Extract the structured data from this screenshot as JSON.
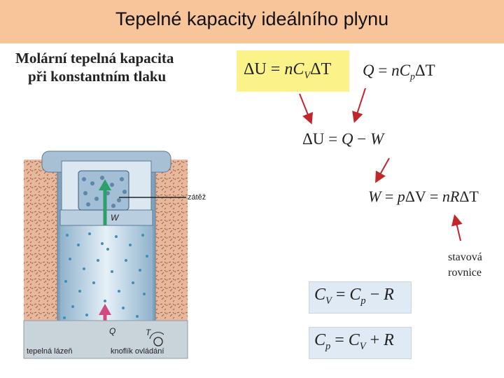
{
  "slide": {
    "title": "Tepelné kapacity ideálního plynu",
    "subtitle_line1": "Molární tepelná kapacita",
    "subtitle_line2": "při konstantním tlaku"
  },
  "equations": {
    "internal_energy": [
      "ΔU",
      " = ",
      "nC",
      "V",
      "ΔT"
    ],
    "heat": [
      "Q",
      " = ",
      "nC",
      "p",
      "ΔT"
    ],
    "first_law": [
      "ΔU",
      " = ",
      "Q",
      " − ",
      "W"
    ],
    "work": [
      "W",
      " = ",
      "p",
      "ΔV",
      " = ",
      "n",
      "R",
      "ΔT"
    ],
    "cv": [
      "C",
      "V",
      " = ",
      "C",
      "p",
      " − ",
      "R"
    ],
    "cp": [
      "C",
      "p",
      " = ",
      "C",
      "V",
      " + ",
      "R"
    ]
  },
  "annotation": {
    "line1": "stavová",
    "line2": "rovnice"
  },
  "figure": {
    "load_label": "zátěž",
    "work_label": "W",
    "heat_label": "Q",
    "temp_label": "T",
    "bath_label": "tepelná lázeň",
    "knob_label": "knoflík ovládání"
  },
  "colors": {
    "title_bar": "#f8c49a",
    "highlight": "#fbf38a",
    "formula_box": "#dfeaf5",
    "arrow": "#c0262b"
  }
}
